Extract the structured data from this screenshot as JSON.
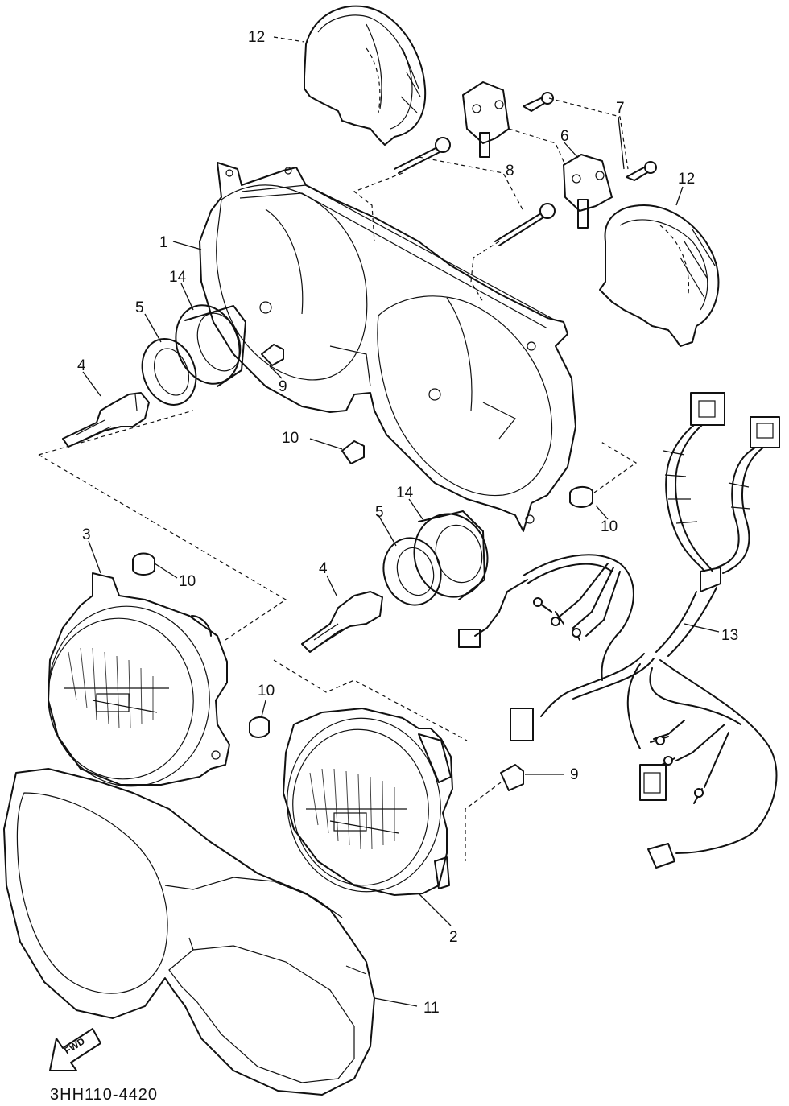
{
  "diagram": {
    "code": "3HH110-4420",
    "fwd_label": "FWD",
    "callouts": [
      {
        "id": "c12a",
        "label": "12"
      },
      {
        "id": "c12b",
        "label": "12"
      },
      {
        "id": "c7",
        "label": "7"
      },
      {
        "id": "c6",
        "label": "6"
      },
      {
        "id": "c8",
        "label": "8"
      },
      {
        "id": "c1",
        "label": "1"
      },
      {
        "id": "c14a",
        "label": "14"
      },
      {
        "id": "c5a",
        "label": "5"
      },
      {
        "id": "c4a",
        "label": "4"
      },
      {
        "id": "c9a",
        "label": "9"
      },
      {
        "id": "c10a",
        "label": "10"
      },
      {
        "id": "c10b",
        "label": "10"
      },
      {
        "id": "c14b",
        "label": "14"
      },
      {
        "id": "c5b",
        "label": "5"
      },
      {
        "id": "c3",
        "label": "3"
      },
      {
        "id": "c10c",
        "label": "10"
      },
      {
        "id": "c4b",
        "label": "4"
      },
      {
        "id": "c13",
        "label": "13"
      },
      {
        "id": "c10d",
        "label": "10"
      },
      {
        "id": "c9b",
        "label": "9"
      },
      {
        "id": "c2",
        "label": "2"
      },
      {
        "id": "c11",
        "label": "11"
      }
    ]
  }
}
